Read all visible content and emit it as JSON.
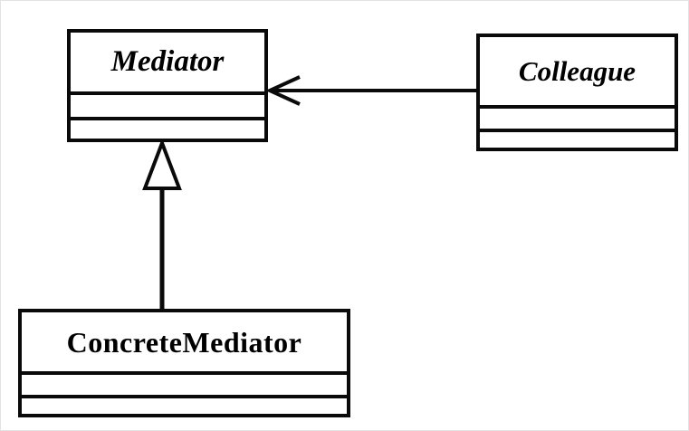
{
  "diagram": {
    "title": "Mediator Pattern Class Diagram",
    "type": "uml-class-diagram",
    "background_color": "#ffffff",
    "line_color": "#0a0a0a",
    "fill_color": "#ffffff"
  },
  "classes": [
    {
      "id": "mediator",
      "name": "Mediator",
      "stereotype": "abstract",
      "style": "bold-italic",
      "attributes": [],
      "operations": []
    },
    {
      "id": "colleague",
      "name": "Colleague",
      "stereotype": "abstract",
      "style": "bold-italic",
      "attributes": [],
      "operations": []
    },
    {
      "id": "concretemediator",
      "name": "ConcreteMediator",
      "stereotype": "concrete",
      "style": "bold",
      "attributes": [],
      "operations": []
    }
  ],
  "relationships": [
    {
      "id": "colleague-to-mediator",
      "kind": "association",
      "arrowhead": "open-arrow",
      "source": "Colleague",
      "target": "Mediator",
      "label": ""
    },
    {
      "id": "concretemediator-to-mediator",
      "kind": "generalization",
      "arrowhead": "hollow-triangle",
      "source": "ConcreteMediator",
      "target": "Mediator",
      "label": ""
    }
  ]
}
